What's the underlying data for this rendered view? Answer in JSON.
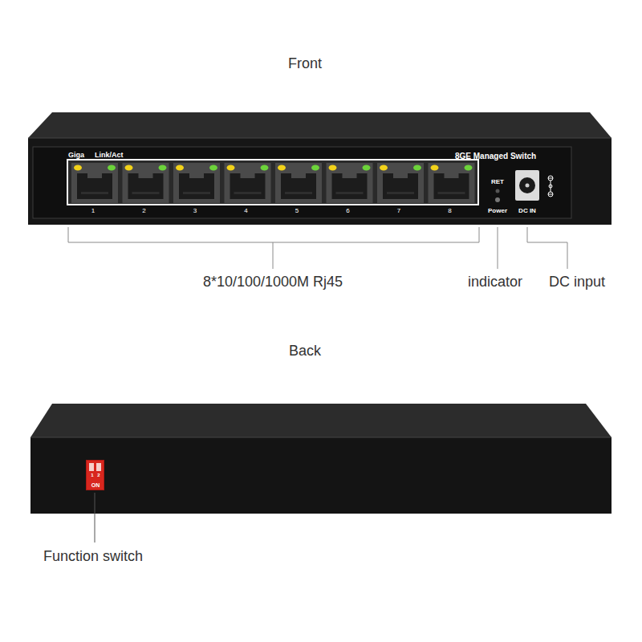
{
  "diagram": {
    "nodes": [
      {
        "text": [
          "Giga",
          "Link/Act",
          "8GE Managed Switch",
          "1",
          "2",
          "3",
          "4",
          "5",
          "6",
          "7",
          "8",
          "RET",
          "Power",
          "DC IN"
        ]
      },
      {
        "text": [
          "1",
          "2",
          "ON"
        ]
      }
    ],
    "labels": [
      "Front",
      "8*10/100/1000M Rj45",
      "indicator",
      "DC input",
      "Back",
      "Function switch"
    ]
  }
}
